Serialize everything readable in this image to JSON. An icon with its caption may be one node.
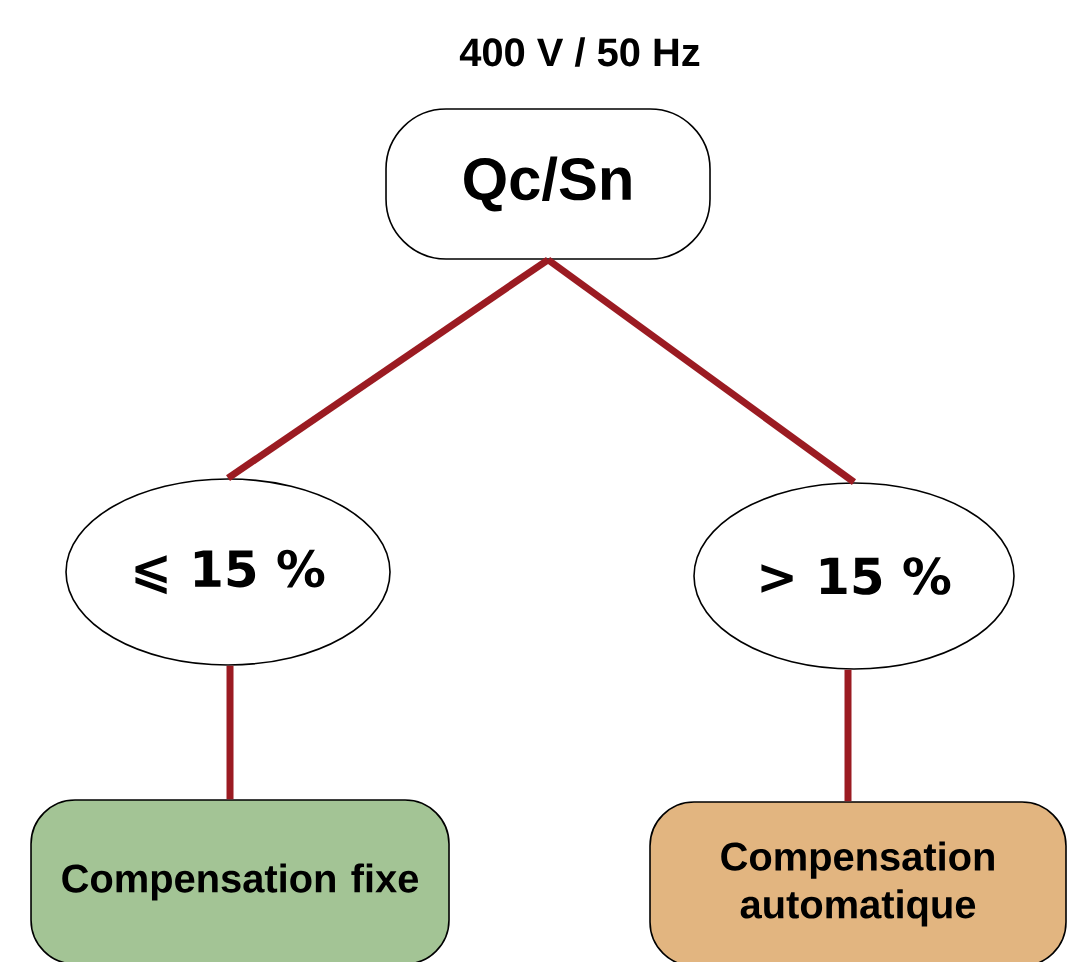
{
  "diagram": {
    "title": "400 V / 50 Hz",
    "nodes": [
      {
        "text": [
          "Qc/Sn"
        ]
      },
      {
        "text": [
          "⩽ 15 %"
        ]
      },
      {
        "text": [
          "> 15 %"
        ]
      },
      {
        "text": [
          "Compensation fixe"
        ]
      },
      {
        "text": [
          "Compensation automatique"
        ]
      }
    ],
    "edges": [
      {
        "from": 0,
        "to": 1,
        "arrow": "none"
      },
      {
        "from": 0,
        "to": 2,
        "arrow": "none"
      },
      {
        "from": 1,
        "to": 3,
        "arrow": "none"
      },
      {
        "from": 2,
        "to": 4,
        "arrow": "none"
      }
    ]
  }
}
